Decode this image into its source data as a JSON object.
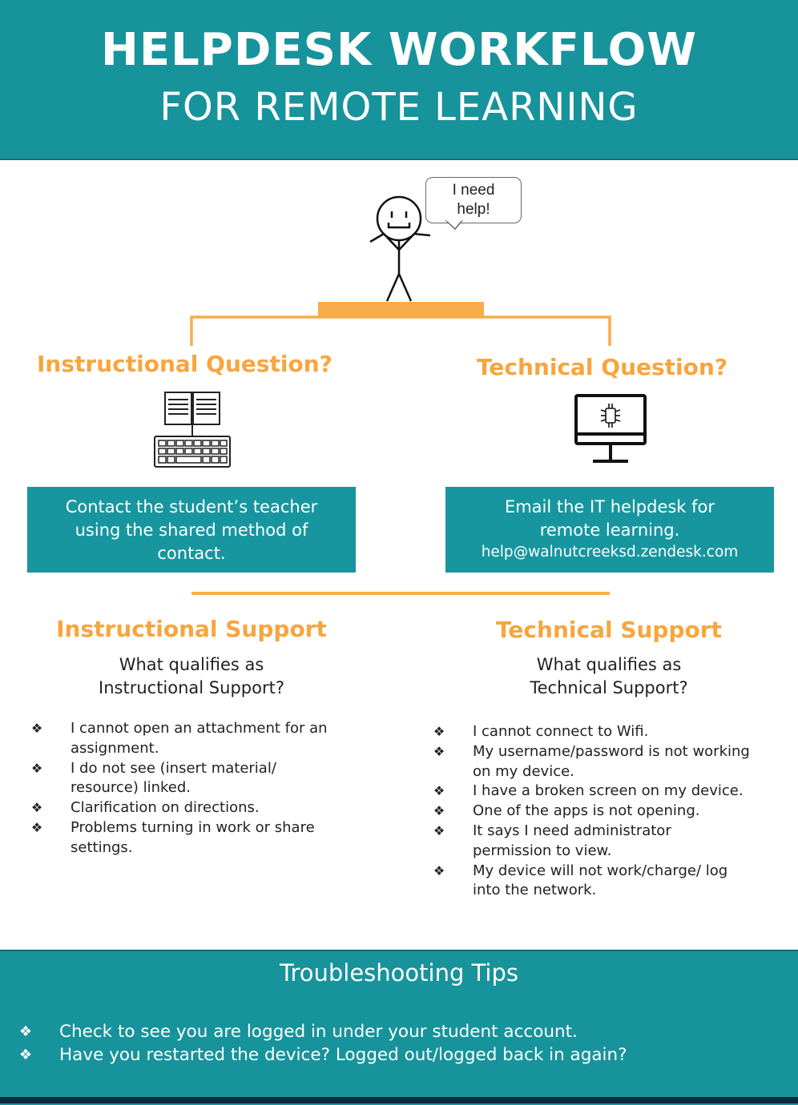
{
  "header": {
    "title_line1": "HELPDESK WORKFLOW",
    "title_line2": "FOR REMOTE LEARNING"
  },
  "figure": {
    "speech_line1": "I need",
    "speech_line2": "help!"
  },
  "instructional": {
    "question": "Instructional Question?",
    "icon": "book-keyboard-icon",
    "box_lines": [
      "Contact the student’s teacher",
      "using the shared method of",
      "contact."
    ],
    "support_title": "Instructional Support",
    "qualifies_line1": "What qualifies as",
    "qualifies_line2": "Instructional Support?",
    "items": [
      [
        "I cannot open an attachment for an",
        "assignment."
      ],
      [
        "I do not see (insert material/",
        "resource) linked."
      ],
      [
        "Clarification on directions."
      ],
      [
        "Problems turning in work or share",
        "settings."
      ]
    ]
  },
  "technical": {
    "question": "Technical Question?",
    "icon": "computer-monitor-icon",
    "box_lines": [
      "Email the IT helpdesk for",
      "remote learning."
    ],
    "email": "help@walnutcreeksd.zendesk.com",
    "support_title": "Technical Support",
    "qualifies_line1": "What qualifies as",
    "qualifies_line2": "Technical Support?",
    "items": [
      [
        "I cannot connect to Wifi."
      ],
      [
        "My username/password is not working",
        "on my device."
      ],
      [
        "I have a broken screen on my device."
      ],
      [
        "One of the apps is not opening."
      ],
      [
        "It says I need administrator",
        "permission to view."
      ],
      [
        "My device will not work/charge/ log",
        "into the network."
      ]
    ]
  },
  "bullet_glyph": "❖",
  "tips": {
    "title": "Troubleshooting Tips",
    "items": [
      "Check to see you are logged in under your student account.",
      "Have you restarted the device? Logged out/logged back in again?"
    ]
  },
  "colors": {
    "teal": "#17939c",
    "orange": "#f7a53e"
  }
}
